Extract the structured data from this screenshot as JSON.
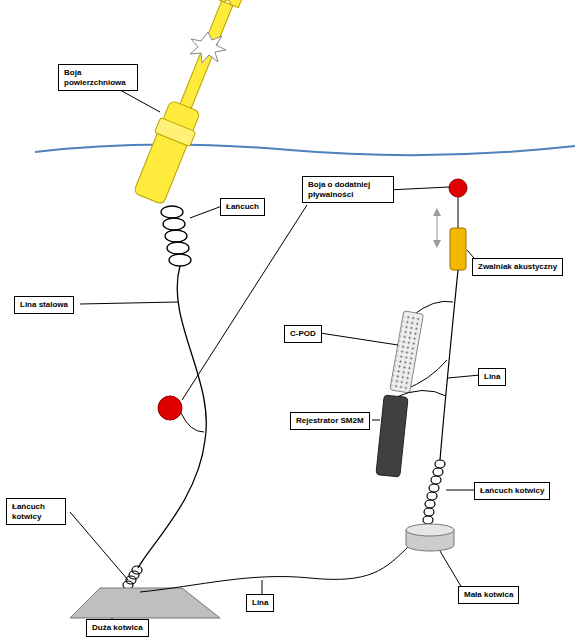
{
  "diagram": {
    "nodes": [
      {
        "text": [
          "Boja powierzchniowa"
        ]
      },
      {
        "text": [
          "Łańcuch"
        ]
      },
      {
        "text": [
          "Boja o dodatniej pływalności"
        ]
      },
      {
        "text": [
          "Zwalniak akustyczny"
        ]
      },
      {
        "text": [
          "Lina stalowa"
        ]
      },
      {
        "text": [
          "C-POD"
        ]
      },
      {
        "text": [
          "Lina"
        ]
      },
      {
        "text": [
          "Rejestrator SM2M"
        ]
      },
      {
        "text": [
          "Łańcuch kotwicy"
        ]
      },
      {
        "text": [
          "Łańcuch kotwicy"
        ]
      },
      {
        "text": [
          "Lina"
        ]
      },
      {
        "text": [
          "Mała kotwica"
        ]
      },
      {
        "text": [
          "Duża kotwica"
        ]
      }
    ]
  }
}
